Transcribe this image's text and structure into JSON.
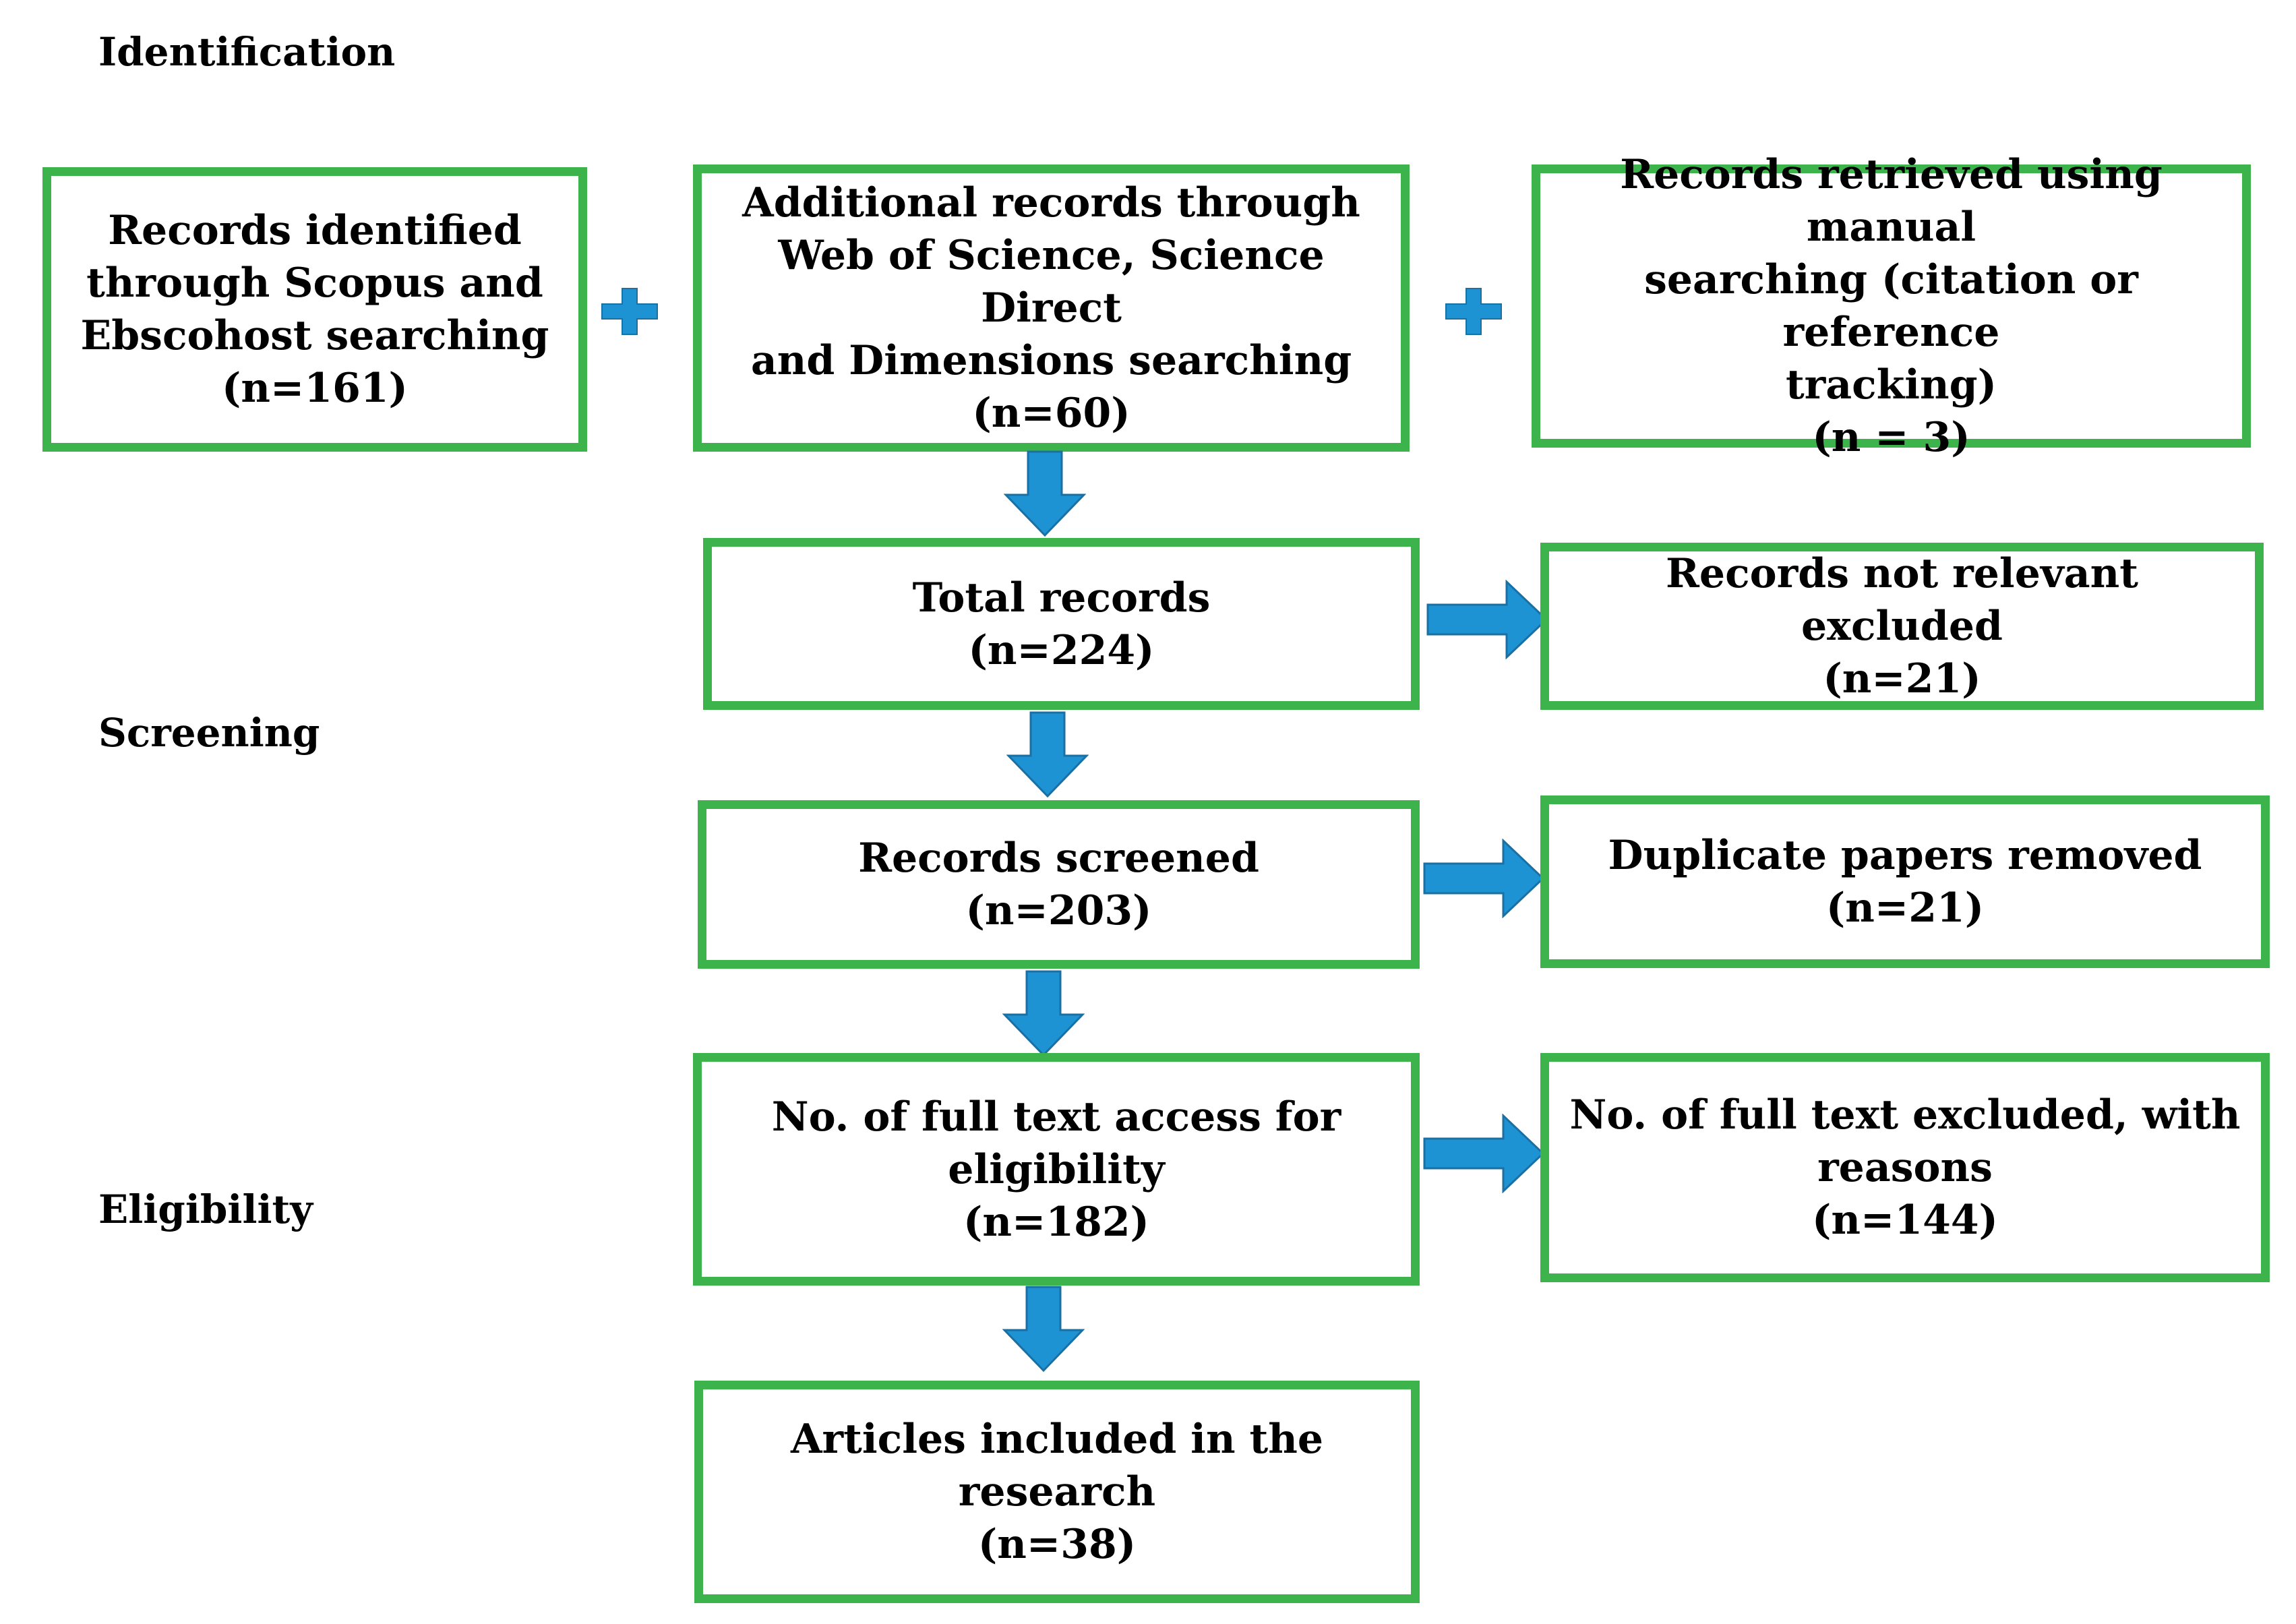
{
  "stages": {
    "identification": "Identification",
    "screening": "Screening",
    "eligibility": "Eligibility"
  },
  "boxes": {
    "scopus": {
      "lines": [
        "Records identified",
        "through Scopus and",
        "Ebscohost searching"
      ],
      "count": "(n=161)"
    },
    "additional": {
      "lines": [
        "Additional records through",
        "Web of Science, Science Direct",
        "and Dimensions searching"
      ],
      "count": "(n=60)"
    },
    "manual": {
      "lines": [
        "Records retrieved using manual",
        "searching (citation or reference",
        "tracking)"
      ],
      "count": "(n = 3)"
    },
    "total": {
      "lines": [
        "Total records"
      ],
      "count": "(n=224)"
    },
    "not_relevant": {
      "lines": [
        "Records not relevant excluded"
      ],
      "count": "(n=21)"
    },
    "screened": {
      "lines": [
        "Records screened"
      ],
      "count": "(n=203)"
    },
    "duplicates": {
      "lines": [
        "Duplicate papers removed"
      ],
      "count": "(n=21)"
    },
    "full_text": {
      "lines": [
        "No. of full text access for",
        "eligibility"
      ],
      "count": "(n=182)"
    },
    "excluded": {
      "lines": [
        "No. of full text excluded, with",
        "reasons"
      ],
      "count": "(n=144)"
    },
    "included": {
      "lines": [
        "Articles included in the",
        "research"
      ],
      "count": "(n=38)"
    }
  },
  "colors": {
    "box_border": "#3cb44b",
    "arrow": "#1e93d3",
    "arrow_stroke": "#1a6fa3"
  }
}
